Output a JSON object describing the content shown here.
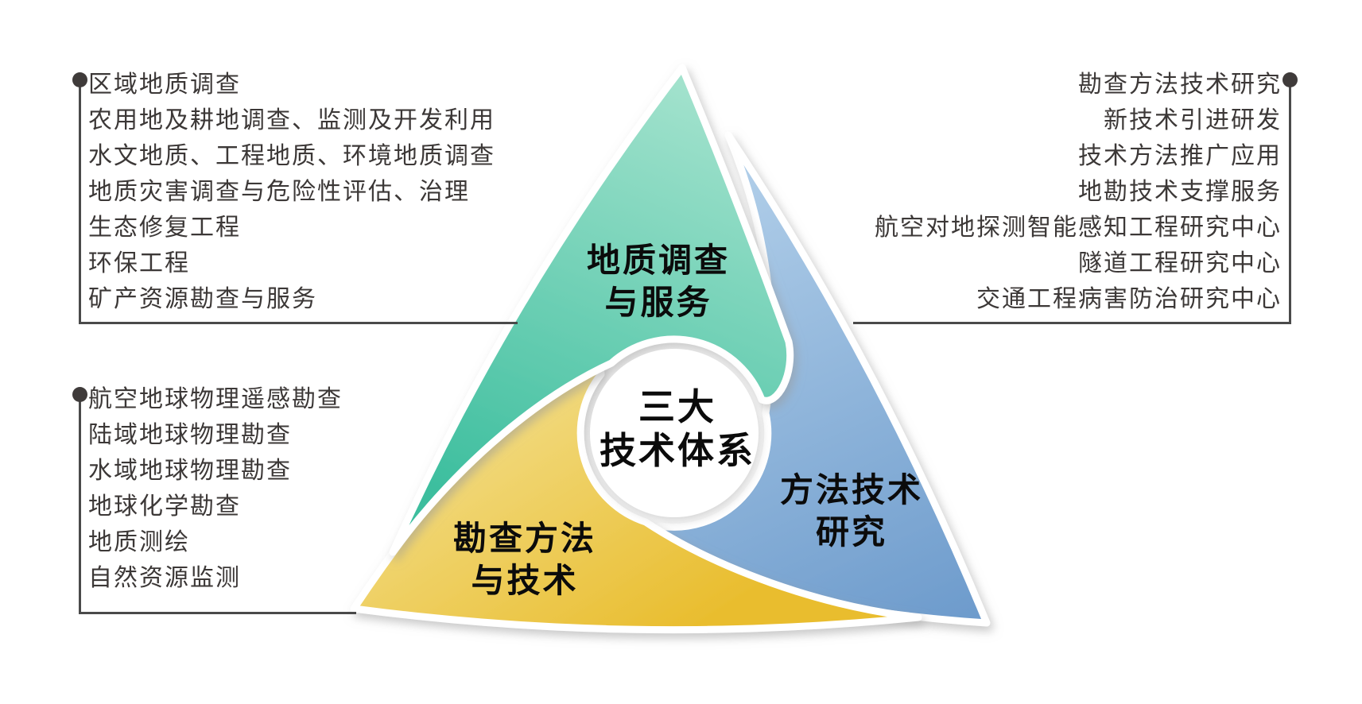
{
  "title": {
    "line1": "三大",
    "line2": "技术体系"
  },
  "arms": {
    "green": {
      "label_line1": "地质调查",
      "label_line2": "与服务",
      "color": "#3fc3a2"
    },
    "blue": {
      "label_line1": "方法技术",
      "label_line2": "研究",
      "color": "#7aa9d6"
    },
    "yellow": {
      "label_line1": "勘查方法",
      "label_line2": "与技术",
      "color": "#ecc644"
    }
  },
  "lists": {
    "top_left": {
      "items": [
        "区域地质调查",
        "农用地及耕地调查、监测及开发利用",
        "水文地质、工程地质、环境地质调查",
        "地质灾害调查与危险性评估、治理",
        "生态修复工程",
        "环保工程",
        "矿产资源勘查与服务"
      ]
    },
    "top_right": {
      "items": [
        "勘查方法技术研究",
        "新技术引进研发",
        "技术方法推广应用",
        "地勘技术支撑服务",
        "航空对地探测智能感知工程研究中心",
        "隧道工程研究中心",
        "交通工程病害防治研究中心"
      ]
    },
    "bottom_left": {
      "items": [
        "航空地球物理遥感勘查",
        "陆域地球物理勘查",
        "水域地球物理勘查",
        "地球化学勘查",
        "地质测绘",
        "自然资源监测"
      ]
    }
  }
}
